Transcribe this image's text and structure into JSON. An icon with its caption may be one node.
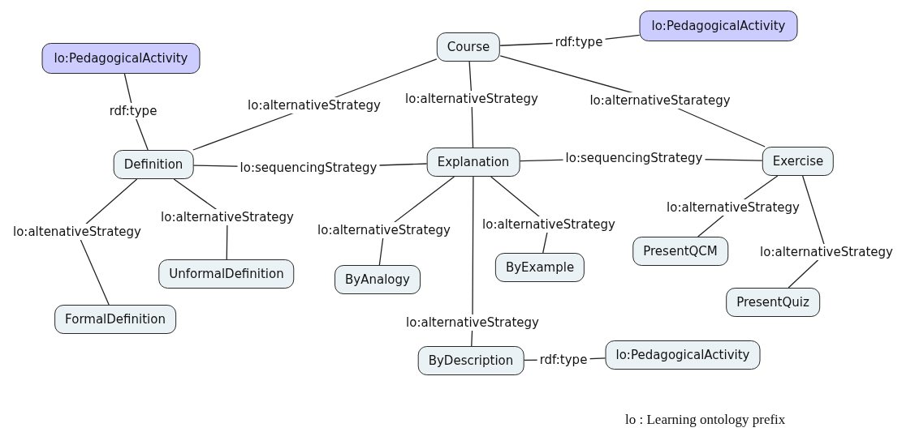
{
  "diagram": {
    "nodes": [
      {
        "text": [
          "lo:PedagogicalActivity"
        ]
      },
      {
        "text": [
          "Course"
        ]
      },
      {
        "text": [
          "lo:PedagogicalActivity"
        ]
      },
      {
        "text": [
          "Definition"
        ]
      },
      {
        "text": [
          "Explanation"
        ]
      },
      {
        "text": [
          "Exercise"
        ]
      },
      {
        "text": [
          "UnformalDefinition"
        ]
      },
      {
        "text": [
          "ByAnalogy"
        ]
      },
      {
        "text": [
          "ByExample"
        ]
      },
      {
        "text": [
          "PresentQCM"
        ]
      },
      {
        "text": [
          "FormalDefinition"
        ]
      },
      {
        "text": [
          "PresentQuiz"
        ]
      },
      {
        "text": [
          "ByDescription"
        ]
      },
      {
        "text": [
          "lo:PedagogicalActivity"
        ]
      }
    ],
    "edges": [
      {
        "from": 1,
        "to": 0,
        "arrow": "none",
        "label": "rdf:type"
      },
      {
        "from": 1,
        "to": 3,
        "arrow": "none",
        "label": "lo:alternativeStrategy"
      },
      {
        "from": 1,
        "to": 4,
        "arrow": "none",
        "label": "lo:alternativeStrategy"
      },
      {
        "from": 1,
        "to": 5,
        "arrow": "none",
        "label": "lo:alternativeStarategy"
      },
      {
        "from": 3,
        "to": 2,
        "arrow": "none",
        "label": "rdf:type"
      },
      {
        "from": 3,
        "to": 4,
        "arrow": "none",
        "label": "lo:sequencingStrategy"
      },
      {
        "from": 4,
        "to": 5,
        "arrow": "none",
        "label": "lo:sequencingStrategy"
      },
      {
        "from": 3,
        "to": 10,
        "arrow": "none",
        "label": "lo:altenativeStrategy"
      },
      {
        "from": 3,
        "to": 6,
        "arrow": "none",
        "label": "lo:alternativeStrategy"
      },
      {
        "from": 4,
        "to": 7,
        "arrow": "none",
        "label": "lo:alternativeStrategy"
      },
      {
        "from": 4,
        "to": 8,
        "arrow": "none",
        "label": "lo:alternativeStrategy"
      },
      {
        "from": 4,
        "to": 12,
        "arrow": "none",
        "label": "lo:alternativeStrategy"
      },
      {
        "from": 5,
        "to": 9,
        "arrow": "none",
        "label": "lo:alternativeStrategy"
      },
      {
        "from": 5,
        "to": 11,
        "arrow": "none",
        "label": "lo:alternativeStrategy"
      },
      {
        "from": 12,
        "to": 13,
        "arrow": "none",
        "label": "rdf:type"
      }
    ],
    "labels": [
      "lo : Learning ontology prefix"
    ]
  }
}
